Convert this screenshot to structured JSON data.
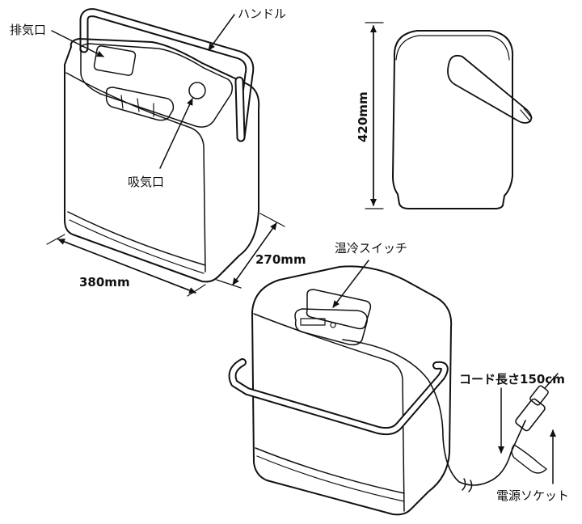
{
  "labels": {
    "exhaust": "排気口",
    "handle": "ハンドル",
    "intake": "吸気口",
    "height": "420mm",
    "width": "380mm",
    "depth": "270mm",
    "switch": "温冷スイッチ",
    "cord": "コード長さ150cm",
    "socket": "電源ソケット"
  },
  "colors": {
    "stroke": "#111111",
    "background": "#ffffff",
    "fill": "#ffffff"
  }
}
